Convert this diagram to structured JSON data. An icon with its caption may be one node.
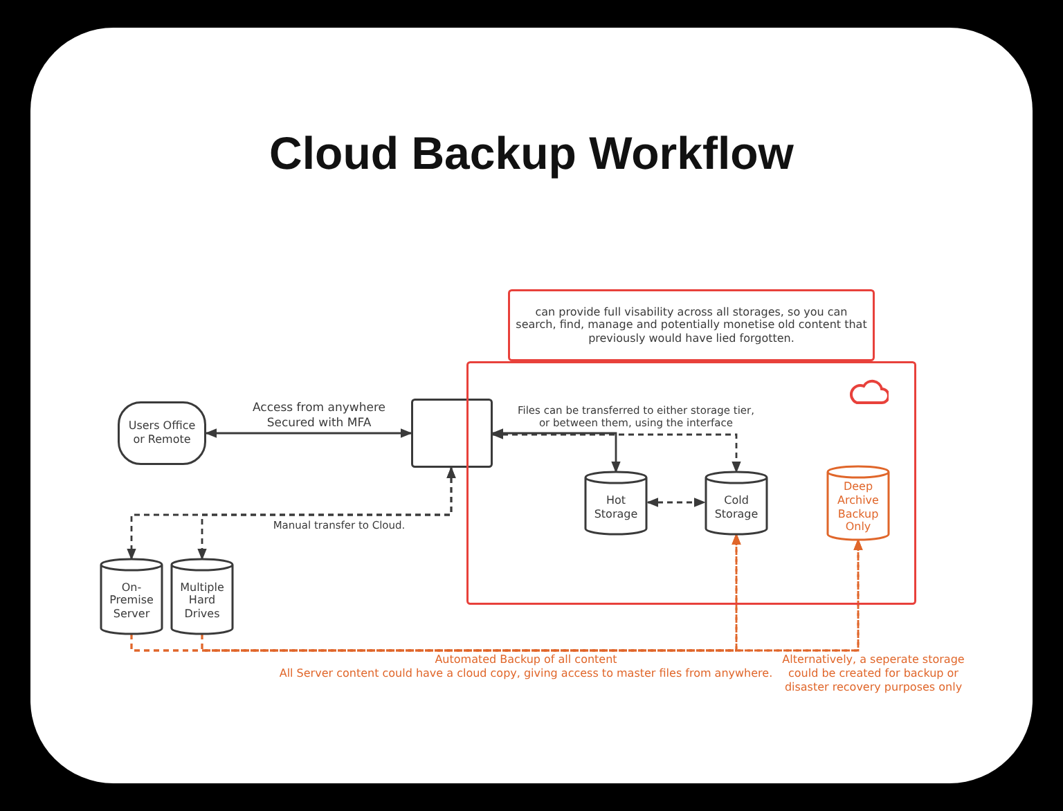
{
  "diagram": {
    "title": "Cloud Backup Workflow",
    "nodes": [
      {
        "text": [
          "Users Office or Remote"
        ]
      },
      {
        "text": [],
        "shape": "box"
      },
      {
        "text": [
          "can provide full visability across all storages, so you can search, find, manage and potentially monetise old content that previously would have lied forgotten."
        ]
      },
      {
        "text": [],
        "shape": "box"
      },
      {
        "text": [
          "Hot Storage"
        ],
        "in": 3
      },
      {
        "text": [
          "Cold Storage"
        ],
        "in": 3
      },
      {
        "text": [
          "Deep Archive Backup Only"
        ],
        "in": 3
      },
      {
        "text": [
          "On-Premise Server"
        ]
      },
      {
        "text": [
          "Multiple Hard Drives"
        ]
      }
    ],
    "edges": [
      {
        "from": 0,
        "to": 1,
        "arrow": "both",
        "label": "Access from anywhere Secured with MFA"
      },
      {
        "from": 1,
        "to": 7,
        "arrow": "both",
        "style": "dashed",
        "label": "Manual transfer to Cloud."
      },
      {
        "from": 1,
        "to": 8,
        "arrow": "both",
        "style": "dashed"
      },
      {
        "from": 1,
        "to": 4,
        "arrow": "both",
        "label": "Files can be transferred to either storage tier, or between them, using the interface"
      },
      {
        "from": 1,
        "to": 5,
        "arrow": "both",
        "style": "dashed"
      },
      {
        "from": 4,
        "to": 5,
        "arrow": "both",
        "style": "dashed"
      },
      {
        "from": 7,
        "to": 5,
        "arrow": "to",
        "style": "dashed",
        "color": "#e0662a"
      },
      {
        "from": 8,
        "to": 5,
        "arrow": "to",
        "style": "dashed",
        "color": "#e0662a"
      },
      {
        "from": 7,
        "to": 6,
        "arrow": "to",
        "style": "dashed",
        "color": "#e0662a"
      },
      {
        "from": 8,
        "to": 6,
        "arrow": "to",
        "style": "dashed",
        "color": "#e0662a"
      }
    ],
    "labels": [
      "Automated Backup of all content",
      "All Server content could have a cloud copy, giving access to master files from anywhere.",
      "Alternatively, a seperate storage could be created for backup or disaster recovery purposes only"
    ]
  }
}
